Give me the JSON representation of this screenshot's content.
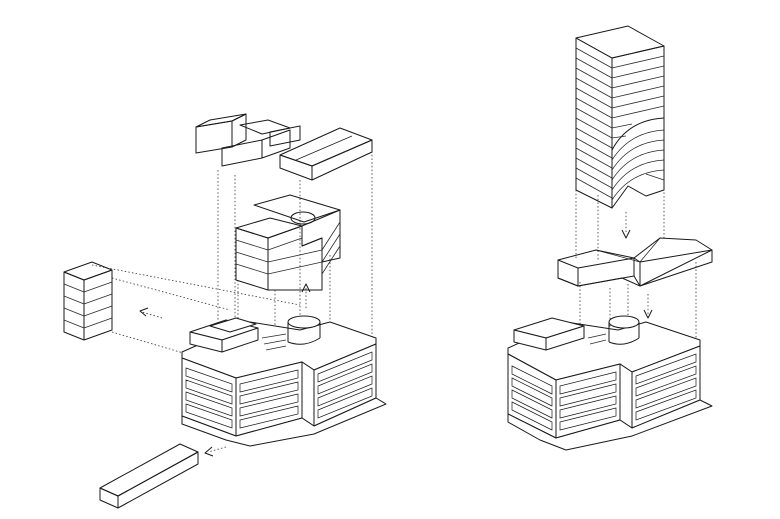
{
  "colors": {
    "removed": "#f7cfd8",
    "added": "#fcf1cf",
    "line": "#1a1a1a",
    "paper": "#ffffff"
  },
  "diagrams": [
    {
      "panel": "left",
      "state": "existing building with pink volumes removed"
    },
    {
      "panel": "right",
      "state": "existing building with new yellow tower and podium added"
    }
  ]
}
